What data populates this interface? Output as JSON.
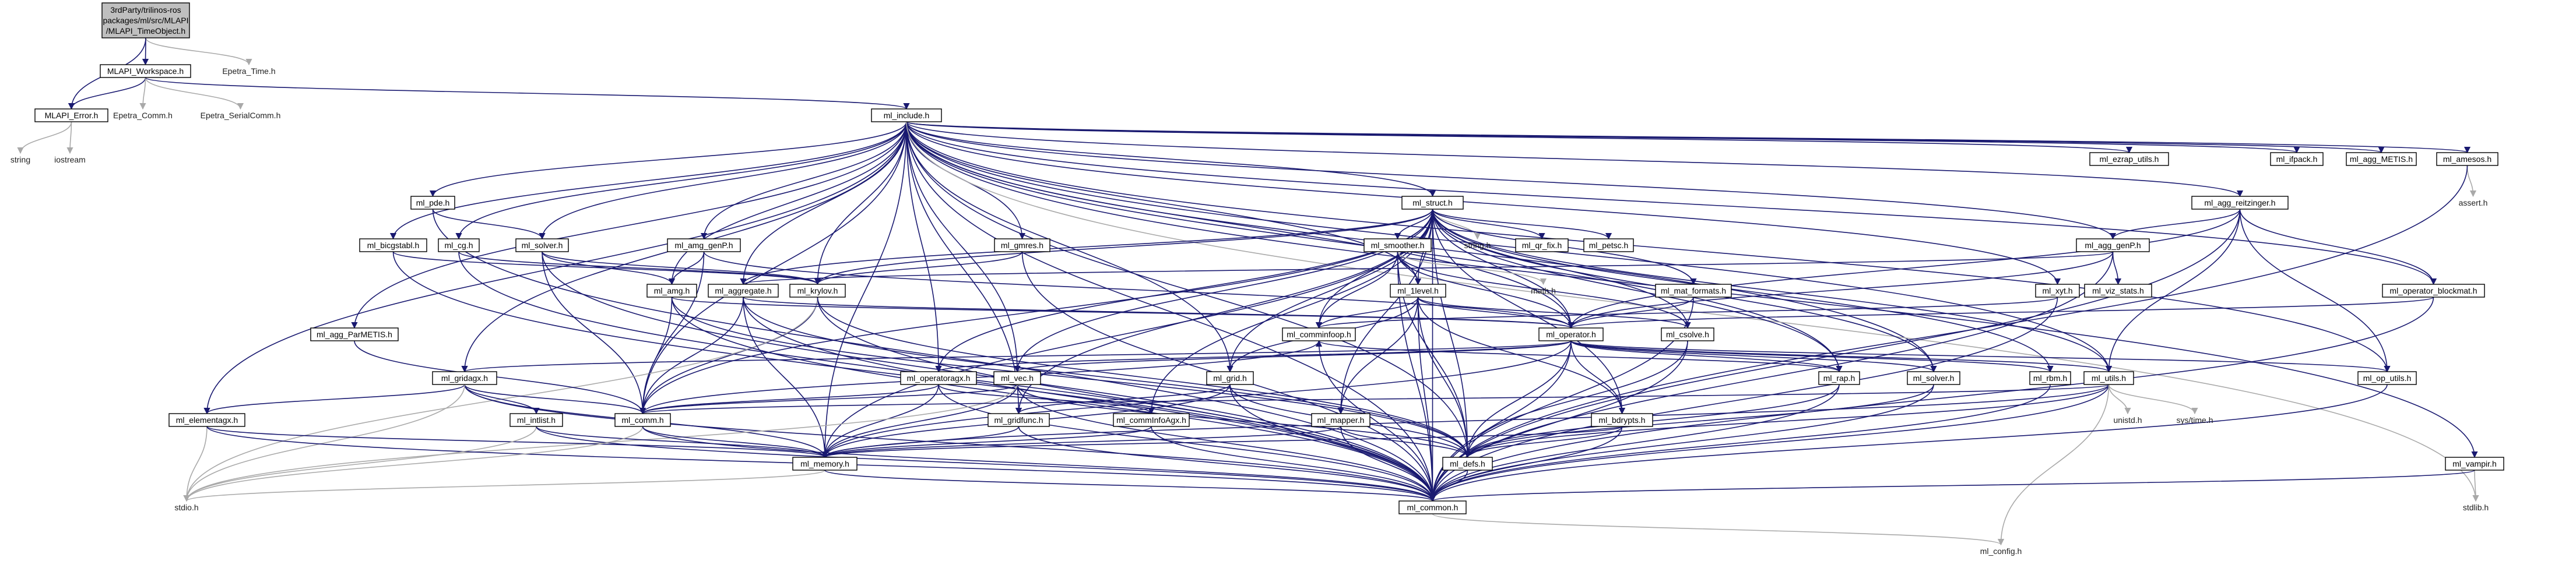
{
  "colors": {
    "edge": "#191970",
    "edge_external": "#a9a9a9",
    "root_fill": "#bfbfbf",
    "node_border": "#000000"
  },
  "nodes": [
    {
      "id": "root",
      "lines": [
        "3rdParty/trilinos-ros",
        "packages/ml/src/MLAPI",
        "/MLAPI_TimeObject.h"
      ],
      "kind": "root"
    },
    {
      "id": "workspace",
      "lines": [
        "MLAPI_Workspace.h"
      ],
      "kind": "box"
    },
    {
      "id": "epetra_time",
      "lines": [
        "Epetra_Time.h"
      ],
      "kind": "plain"
    },
    {
      "id": "mlapi_error",
      "lines": [
        "MLAPI_Error.h"
      ],
      "kind": "box"
    },
    {
      "id": "epetra_comm",
      "lines": [
        "Epetra_Comm.h"
      ],
      "kind": "plain"
    },
    {
      "id": "epetra_serialcomm",
      "lines": [
        "Epetra_SerialComm.h"
      ],
      "kind": "plain"
    },
    {
      "id": "string",
      "lines": [
        "string"
      ],
      "kind": "plain"
    },
    {
      "id": "iostream",
      "lines": [
        "iostream"
      ],
      "kind": "plain"
    },
    {
      "id": "ml_include",
      "lines": [
        "ml_include.h"
      ],
      "kind": "box"
    },
    {
      "id": "ml_ezrap_utils",
      "lines": [
        "ml_ezrap_utils.h"
      ],
      "kind": "box"
    },
    {
      "id": "ml_ifpack",
      "lines": [
        "ml_ifpack.h"
      ],
      "kind": "box"
    },
    {
      "id": "ml_agg_metis",
      "lines": [
        "ml_agg_METIS.h"
      ],
      "kind": "box"
    },
    {
      "id": "ml_amesos",
      "lines": [
        "ml_amesos.h"
      ],
      "kind": "box"
    },
    {
      "id": "assert",
      "lines": [
        "assert.h"
      ],
      "kind": "plain"
    },
    {
      "id": "ml_struct",
      "lines": [
        "ml_struct.h"
      ],
      "kind": "box"
    },
    {
      "id": "ml_agg_reitzinger",
      "lines": [
        "ml_agg_reitzinger.h"
      ],
      "kind": "box"
    },
    {
      "id": "ml_pde",
      "lines": [
        "ml_pde.h"
      ],
      "kind": "box"
    },
    {
      "id": "ml_solver",
      "lines": [
        "ml_solver.h"
      ],
      "kind": "box"
    },
    {
      "id": "ml_bicgstabl",
      "lines": [
        "ml_bicgstabl.h"
      ],
      "kind": "box"
    },
    {
      "id": "ml_cg",
      "lines": [
        "ml_cg.h"
      ],
      "kind": "box"
    },
    {
      "id": "ml_amg_genP",
      "lines": [
        "ml_amg_genP.h"
      ],
      "kind": "box"
    },
    {
      "id": "ml_gmres",
      "lines": [
        "ml_gmres.h"
      ],
      "kind": "box"
    },
    {
      "id": "ml_smoother",
      "lines": [
        "ml_smoother.h"
      ],
      "kind": "box"
    },
    {
      "id": "string_h",
      "lines": [
        "string.h"
      ],
      "kind": "plain"
    },
    {
      "id": "ml_qr_fix",
      "lines": [
        "ml_qr_fix.h"
      ],
      "kind": "box"
    },
    {
      "id": "ml_petsc",
      "lines": [
        "ml_petsc.h"
      ],
      "kind": "box"
    },
    {
      "id": "ml_agg_genP",
      "lines": [
        "ml_agg_genP.h"
      ],
      "kind": "box"
    },
    {
      "id": "ml_krylov",
      "lines": [
        "ml_krylov.h"
      ],
      "kind": "box"
    },
    {
      "id": "ml_amg",
      "lines": [
        "ml_amg.h"
      ],
      "kind": "box"
    },
    {
      "id": "ml_aggregate",
      "lines": [
        "ml_aggregate.h"
      ],
      "kind": "box"
    },
    {
      "id": "ml_1level",
      "lines": [
        "ml_1level.h"
      ],
      "kind": "box"
    },
    {
      "id": "math",
      "lines": [
        "math.h"
      ],
      "kind": "plain"
    },
    {
      "id": "ml_mat_formats",
      "lines": [
        "ml_mat_formats.h"
      ],
      "kind": "box"
    },
    {
      "id": "ml_xyt",
      "lines": [
        "ml_xyt.h"
      ],
      "kind": "box"
    },
    {
      "id": "ml_vcl_stats",
      "lines": [
        "ml_viz_stats.h"
      ],
      "kind": "box"
    },
    {
      "id": "ml_operator_blockmat",
      "lines": [
        "ml_operator_blockmat.h"
      ],
      "kind": "box"
    },
    {
      "id": "ml_agg_parmetis",
      "lines": [
        "ml_agg_ParMETIS.h"
      ],
      "kind": "box"
    },
    {
      "id": "ml_comminfoop",
      "lines": [
        "ml_comminfoop.h"
      ],
      "kind": "box"
    },
    {
      "id": "ml_operator",
      "lines": [
        "ml_operator.h"
      ],
      "kind": "box"
    },
    {
      "id": "ml_csolve",
      "lines": [
        "ml_csolve.h"
      ],
      "kind": "box"
    },
    {
      "id": "ml_gridagx",
      "lines": [
        "ml_gridagx.h"
      ],
      "kind": "box"
    },
    {
      "id": "ml_operatoragx",
      "lines": [
        "ml_operatoragx.h"
      ],
      "kind": "box"
    },
    {
      "id": "ml_vec",
      "lines": [
        "ml_vec.h"
      ],
      "kind": "box"
    },
    {
      "id": "ml_grid",
      "lines": [
        "ml_grid.h"
      ],
      "kind": "box"
    },
    {
      "id": "ml_rap",
      "lines": [
        "ml_rap.h"
      ],
      "kind": "box"
    },
    {
      "id": "ml_solver2",
      "lines": [
        "ml_solver.h"
      ],
      "kind": "box"
    },
    {
      "id": "ml_rbm",
      "lines": [
        "ml_rbm.h"
      ],
      "kind": "box"
    },
    {
      "id": "ml_utils",
      "lines": [
        "ml_utils.h"
      ],
      "kind": "box"
    },
    {
      "id": "ml_op_utils",
      "lines": [
        "ml_op_utils.h"
      ],
      "kind": "box"
    },
    {
      "id": "ml_elementagx",
      "lines": [
        "ml_elementagx.h"
      ],
      "kind": "box"
    },
    {
      "id": "ml_intlist",
      "lines": [
        "ml_intlist.h"
      ],
      "kind": "box"
    },
    {
      "id": "ml_comm",
      "lines": [
        "ml_comm.h"
      ],
      "kind": "box"
    },
    {
      "id": "ml_gridfunc",
      "lines": [
        "ml_gridfunc.h"
      ],
      "kind": "box"
    },
    {
      "id": "ml_commtmage",
      "lines": [
        "ml_commInfoAgx.h"
      ],
      "kind": "box"
    },
    {
      "id": "ml_mapper",
      "lines": [
        "ml_mapper.h"
      ],
      "kind": "box"
    },
    {
      "id": "ml_bdrypts",
      "lines": [
        "ml_bdrypts.h"
      ],
      "kind": "box"
    },
    {
      "id": "unistd",
      "lines": [
        "unistd.h"
      ],
      "kind": "plain"
    },
    {
      "id": "sys_time",
      "lines": [
        "sys/time.h"
      ],
      "kind": "plain"
    },
    {
      "id": "ml_memory",
      "lines": [
        "ml_memory.h"
      ],
      "kind": "box"
    },
    {
      "id": "ml_defs",
      "lines": [
        "ml_defs.h"
      ],
      "kind": "box"
    },
    {
      "id": "ml_vampir",
      "lines": [
        "ml_vampir.h"
      ],
      "kind": "box"
    },
    {
      "id": "stdlib",
      "lines": [
        "stdlib.h"
      ],
      "kind": "plain"
    },
    {
      "id": "stdio",
      "lines": [
        "stdio.h"
      ],
      "kind": "plain"
    },
    {
      "id": "ml_common",
      "lines": [
        "ml_common.h"
      ],
      "kind": "box"
    },
    {
      "id": "ml_config",
      "lines": [
        "ml_config.h"
      ],
      "kind": "plain"
    }
  ],
  "edges": [
    [
      "root",
      "workspace"
    ],
    [
      "root",
      "epetra_time"
    ],
    [
      "root",
      "mlapi_error"
    ],
    [
      "workspace",
      "mlapi_error"
    ],
    [
      "workspace",
      "epetra_comm"
    ],
    [
      "workspace",
      "epetra_serialcomm"
    ],
    [
      "workspace",
      "ml_include"
    ],
    [
      "mlapi_error",
      "string"
    ],
    [
      "mlapi_error",
      "iostream"
    ],
    [
      "ml_include",
      "ml_ezrap_utils"
    ],
    [
      "ml_include",
      "ml_ifpack"
    ],
    [
      "ml_include",
      "ml_agg_metis"
    ],
    [
      "ml_include",
      "ml_amesos"
    ],
    [
      "ml_include",
      "ml_struct"
    ],
    [
      "ml_include",
      "ml_agg_reitzinger"
    ],
    [
      "ml_include",
      "ml_pde"
    ],
    [
      "ml_include",
      "ml_solver"
    ],
    [
      "ml_include",
      "ml_bicgstabl"
    ],
    [
      "ml_include",
      "ml_cg"
    ],
    [
      "ml_include",
      "ml_amg_genP"
    ],
    [
      "ml_include",
      "ml_gmres"
    ],
    [
      "ml_include",
      "ml_krylov"
    ],
    [
      "ml_include",
      "ml_amg"
    ],
    [
      "ml_include",
      "ml_aggregate"
    ],
    [
      "ml_include",
      "ml_agg_parmetis"
    ],
    [
      "ml_include",
      "ml_xyt"
    ],
    [
      "ml_include",
      "ml_agg_genP"
    ],
    [
      "ml_include",
      "ml_operator_blockmat"
    ],
    [
      "ml_include",
      "ml_op_utils"
    ],
    [
      "ml_include",
      "ml_gridagx"
    ],
    [
      "ml_include",
      "ml_elementagx"
    ],
    [
      "ml_include",
      "ml_vampir"
    ],
    [
      "ml_include",
      "ml_common"
    ],
    [
      "ml_include",
      "ml_comm"
    ],
    [
      "ml_include",
      "ml_memory"
    ],
    [
      "ml_include",
      "ml_defs"
    ],
    [
      "ml_include",
      "ml_operator"
    ],
    [
      "ml_include",
      "ml_1level"
    ],
    [
      "ml_include",
      "ml_grid"
    ],
    [
      "ml_include",
      "ml_gridfunc"
    ],
    [
      "ml_include",
      "ml_vec"
    ],
    [
      "ml_include",
      "ml_operatoragx"
    ],
    [
      "ml_include",
      "ml_rap"
    ],
    [
      "ml_include",
      "ml_utils"
    ],
    [
      "ml_include",
      "ml_solver2"
    ],
    [
      "ml_include",
      "stdlib"
    ],
    [
      "ml_amesos",
      "assert"
    ],
    [
      "ml_amesos",
      "ml_common"
    ],
    [
      "ml_struct",
      "ml_smoother"
    ],
    [
      "ml_struct",
      "string_h"
    ],
    [
      "ml_struct",
      "ml_qr_fix"
    ],
    [
      "ml_struct",
      "ml_petsc"
    ],
    [
      "ml_struct",
      "ml_1level"
    ],
    [
      "ml_struct",
      "ml_mat_formats"
    ],
    [
      "ml_struct",
      "ml_operator"
    ],
    [
      "ml_struct",
      "ml_csolve"
    ],
    [
      "ml_struct",
      "ml_comminfoop"
    ],
    [
      "ml_struct",
      "ml_krylov"
    ],
    [
      "ml_struct",
      "ml_aggregate"
    ],
    [
      "ml_struct",
      "ml_vec"
    ],
    [
      "ml_struct",
      "ml_grid"
    ],
    [
      "ml_struct",
      "ml_operatoragx"
    ],
    [
      "ml_struct",
      "ml_rap"
    ],
    [
      "ml_struct",
      "ml_utils"
    ],
    [
      "ml_struct",
      "ml_bdrypts"
    ],
    [
      "ml_struct",
      "ml_mapper"
    ],
    [
      "ml_struct",
      "ml_gridfunc"
    ],
    [
      "ml_struct",
      "ml_defs"
    ],
    [
      "ml_struct",
      "ml_comm"
    ],
    [
      "ml_struct",
      "ml_memory"
    ],
    [
      "ml_struct",
      "ml_common"
    ],
    [
      "ml_struct",
      "ml_solver2"
    ],
    [
      "ml_struct",
      "ml_rbm"
    ],
    [
      "ml_struct",
      "ml_commtmage"
    ],
    [
      "ml_agg_reitzinger",
      "ml_agg_genP"
    ],
    [
      "ml_agg_reitzinger",
      "ml_operator_blockmat"
    ],
    [
      "ml_agg_reitzinger",
      "ml_op_utils"
    ],
    [
      "ml_agg_reitzinger",
      "ml_utils"
    ],
    [
      "ml_agg_reitzinger",
      "ml_common"
    ],
    [
      "ml_agg_reitzinger",
      "ml_operator"
    ],
    [
      "ml_pde",
      "ml_solver"
    ],
    [
      "ml_pde",
      "ml_common"
    ],
    [
      "ml_solver",
      "ml_krylov"
    ],
    [
      "ml_solver",
      "ml_amg"
    ],
    [
      "ml_solver",
      "ml_comm"
    ],
    [
      "ml_solver",
      "ml_common"
    ],
    [
      "ml_bicgstabl",
      "ml_krylov"
    ],
    [
      "ml_bicgstabl",
      "ml_common"
    ],
    [
      "ml_cg",
      "ml_krylov"
    ],
    [
      "ml_cg",
      "ml_common"
    ],
    [
      "ml_amg_genP",
      "ml_amg"
    ],
    [
      "ml_amg_genP",
      "ml_operator"
    ],
    [
      "ml_amg_genP",
      "ml_comm"
    ],
    [
      "ml_gmres",
      "ml_krylov"
    ],
    [
      "ml_gmres",
      "ml_common"
    ],
    [
      "ml_smoother",
      "ml_1level"
    ],
    [
      "ml_smoother",
      "math"
    ],
    [
      "ml_smoother",
      "ml_operator"
    ],
    [
      "ml_smoother",
      "ml_comminfoop"
    ],
    [
      "ml_smoother",
      "ml_csolve"
    ],
    [
      "ml_smoother",
      "ml_defs"
    ],
    [
      "ml_smoother",
      "ml_common"
    ],
    [
      "ml_agg_genP",
      "ml_vcl_stats"
    ],
    [
      "ml_agg_genP",
      "ml_operator"
    ],
    [
      "ml_agg_genP",
      "ml_aggregate"
    ],
    [
      "ml_agg_genP",
      "ml_common"
    ],
    [
      "ml_krylov",
      "ml_comm"
    ],
    [
      "ml_krylov",
      "stdio"
    ],
    [
      "ml_krylov",
      "ml_common"
    ],
    [
      "ml_krylov",
      "ml_defs"
    ],
    [
      "ml_amg",
      "ml_operator"
    ],
    [
      "ml_amg",
      "ml_comm"
    ],
    [
      "ml_amg",
      "ml_defs"
    ],
    [
      "ml_amg",
      "ml_common"
    ],
    [
      "ml_aggregate",
      "ml_comm"
    ],
    [
      "ml_aggregate",
      "ml_memory"
    ],
    [
      "ml_aggregate",
      "ml_operator"
    ],
    [
      "ml_aggregate",
      "ml_defs"
    ],
    [
      "ml_aggregate",
      "ml_common"
    ],
    [
      "ml_1level",
      "ml_operator"
    ],
    [
      "ml_1level",
      "ml_grid"
    ],
    [
      "ml_1level",
      "ml_comminfoop"
    ],
    [
      "ml_1level",
      "ml_csolve"
    ],
    [
      "ml_1level",
      "ml_bdrypts"
    ],
    [
      "ml_1level",
      "ml_mapper"
    ],
    [
      "ml_1level",
      "ml_defs"
    ],
    [
      "ml_1level",
      "ml_common"
    ],
    [
      "ml_mat_formats",
      "ml_operator"
    ],
    [
      "ml_mat_formats",
      "ml_common"
    ],
    [
      "ml_xyt",
      "ml_comminfoop"
    ],
    [
      "ml_xyt",
      "ml_common"
    ],
    [
      "ml_operator_blockmat",
      "ml_operator"
    ],
    [
      "ml_operator_blockmat",
      "ml_common"
    ],
    [
      "ml_agg_parmetis",
      "ml_comm"
    ],
    [
      "ml_comminfoop",
      "ml_comm"
    ],
    [
      "ml_comminfoop",
      "ml_common"
    ],
    [
      "ml_operator",
      "ml_vec"
    ],
    [
      "ml_operator",
      "ml_gridagx"
    ],
    [
      "ml_operator",
      "ml_operatoragx"
    ],
    [
      "ml_operator",
      "ml_rap"
    ],
    [
      "ml_operator",
      "ml_solver2"
    ],
    [
      "ml_operator",
      "ml_rbm"
    ],
    [
      "ml_operator",
      "ml_utils"
    ],
    [
      "ml_operator",
      "ml_op_utils"
    ],
    [
      "ml_operator",
      "ml_bdrypts"
    ],
    [
      "ml_operator",
      "ml_defs"
    ],
    [
      "ml_operator",
      "ml_common"
    ],
    [
      "ml_operator",
      "ml_memory"
    ],
    [
      "ml_csolve",
      "ml_defs"
    ],
    [
      "ml_csolve",
      "ml_common"
    ],
    [
      "ml_gridagx",
      "ml_elementagx"
    ],
    [
      "ml_gridagx",
      "ml_intlist"
    ],
    [
      "ml_gridagx",
      "ml_comm"
    ],
    [
      "ml_gridagx",
      "ml_memory"
    ],
    [
      "ml_gridagx",
      "ml_common"
    ],
    [
      "ml_gridagx",
      "stdio"
    ],
    [
      "ml_operatoragx",
      "ml_comm"
    ],
    [
      "ml_operatoragx",
      "ml_memory"
    ],
    [
      "ml_operatoragx",
      "ml_commtmage"
    ],
    [
      "ml_operatoragx",
      "ml_common"
    ],
    [
      "ml_vec",
      "ml_comm"
    ],
    [
      "ml_vec",
      "ml_memory"
    ],
    [
      "ml_vec",
      "ml_defs"
    ],
    [
      "ml_vec",
      "ml_common"
    ],
    [
      "ml_vec",
      "stdio"
    ],
    [
      "ml_grid",
      "ml_gridfunc"
    ],
    [
      "ml_grid",
      "ml_memory"
    ],
    [
      "ml_grid",
      "ml_defs"
    ],
    [
      "ml_grid",
      "ml_common"
    ],
    [
      "ml_rap",
      "ml_comminfoop"
    ],
    [
      "ml_rap",
      "ml_defs"
    ],
    [
      "ml_rap",
      "ml_common"
    ],
    [
      "ml_solver2",
      "ml_defs"
    ],
    [
      "ml_solver2",
      "ml_common"
    ],
    [
      "ml_rbm",
      "ml_common"
    ],
    [
      "ml_utils",
      "unistd"
    ],
    [
      "ml_utils",
      "sys_time"
    ],
    [
      "ml_utils",
      "ml_memory"
    ],
    [
      "ml_utils",
      "ml_defs"
    ],
    [
      "ml_utils",
      "ml_comm"
    ],
    [
      "ml_utils",
      "ml_common"
    ],
    [
      "ml_utils",
      "ml_config"
    ],
    [
      "ml_op_utils",
      "ml_common"
    ],
    [
      "ml_elementagx",
      "ml_memory"
    ],
    [
      "ml_elementagx",
      "stdio"
    ],
    [
      "ml_elementagx",
      "ml_common"
    ],
    [
      "ml_intlist",
      "ml_memory"
    ],
    [
      "ml_intlist",
      "stdio"
    ],
    [
      "ml_intlist",
      "ml_common"
    ],
    [
      "ml_comm",
      "ml_memory"
    ],
    [
      "ml_comm",
      "stdio"
    ],
    [
      "ml_comm",
      "ml_common"
    ],
    [
      "ml_gridfunc",
      "ml_memory"
    ],
    [
      "ml_gridfunc",
      "ml_common"
    ],
    [
      "ml_commtmage",
      "ml_memory"
    ],
    [
      "ml_commtmage",
      "ml_common"
    ],
    [
      "ml_mapper",
      "ml_memory"
    ],
    [
      "ml_mapper",
      "ml_defs"
    ],
    [
      "ml_mapper",
      "ml_common"
    ],
    [
      "ml_bdrypts",
      "ml_memory"
    ],
    [
      "ml_bdrypts",
      "ml_defs"
    ],
    [
      "ml_bdrypts",
      "ml_common"
    ],
    [
      "ml_memory",
      "stdio"
    ],
    [
      "ml_memory",
      "ml_common"
    ],
    [
      "ml_defs",
      "ml_common"
    ],
    [
      "ml_vampir",
      "stdlib"
    ],
    [
      "ml_vampir",
      "ml_common"
    ],
    [
      "ml_common",
      "ml_config"
    ]
  ],
  "external_ids": [
    "epetra_time",
    "epetra_comm",
    "epetra_serialcomm",
    "string",
    "iostream",
    "assert",
    "string_h",
    "math",
    "unistd",
    "sys_time",
    "stdlib",
    "stdio",
    "ml_config"
  ]
}
